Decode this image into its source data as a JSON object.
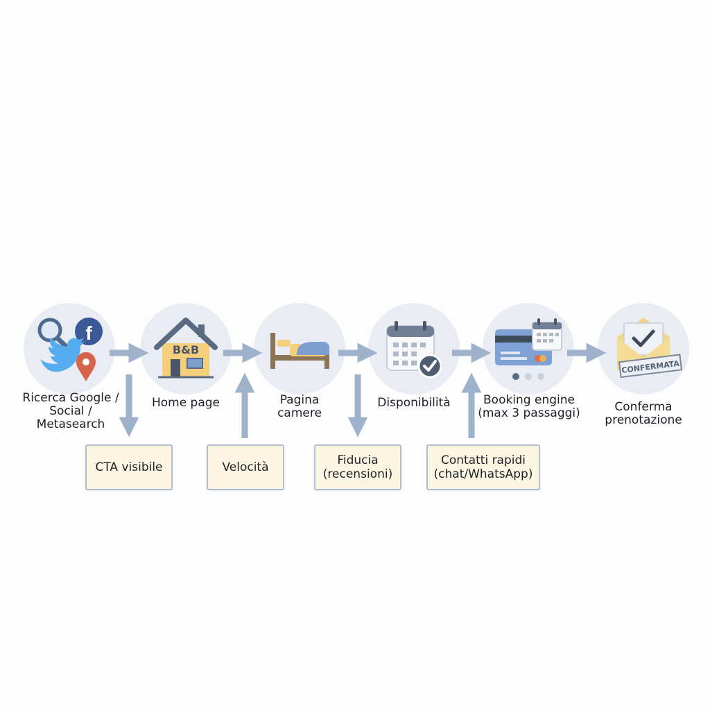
{
  "steps": [
    {
      "label": "Ricerca Google /\nSocial /\nMetasearch"
    },
    {
      "label": "Home page",
      "house_sign": "B&B"
    },
    {
      "label": "Pagina\ncamere"
    },
    {
      "label": "Disponibilità"
    },
    {
      "label": "Booking engine\n(max 3 passaggi)"
    },
    {
      "label": "Conferma\nprenotazione",
      "stamp_text": "CONFERMATA"
    }
  ],
  "notes": [
    {
      "label": "CTA visibile"
    },
    {
      "label": "Velocità"
    },
    {
      "label": "Fiducia\n(recensioni)"
    },
    {
      "label": "Contatti rapidi\n(chat/WhatsApp)"
    }
  ],
  "colors": {
    "circle": "#e9edf3",
    "arrow": "#9fb2cb",
    "box_fill": "#fbf5e2",
    "box_border": "#aebdd0",
    "facebook": "#3b5998",
    "twitter": "#55acee",
    "pin": "#d5644a",
    "house_body": "#f4cf7c",
    "house_roof": "#5a6a80",
    "bed_blue": "#7d9fcf",
    "check": "#2f3a48",
    "card_blue": "#7fa2d4",
    "envelope": "#f0d68a"
  },
  "icons": {
    "step1": [
      "search-icon",
      "facebook-icon",
      "twitter-icon",
      "map-pin-icon"
    ],
    "step2": "house-icon",
    "step3": "bed-icon",
    "step4": "calendar-check-icon",
    "step5": "credit-card-calendar-icon",
    "step6": "envelope-check-icon"
  }
}
